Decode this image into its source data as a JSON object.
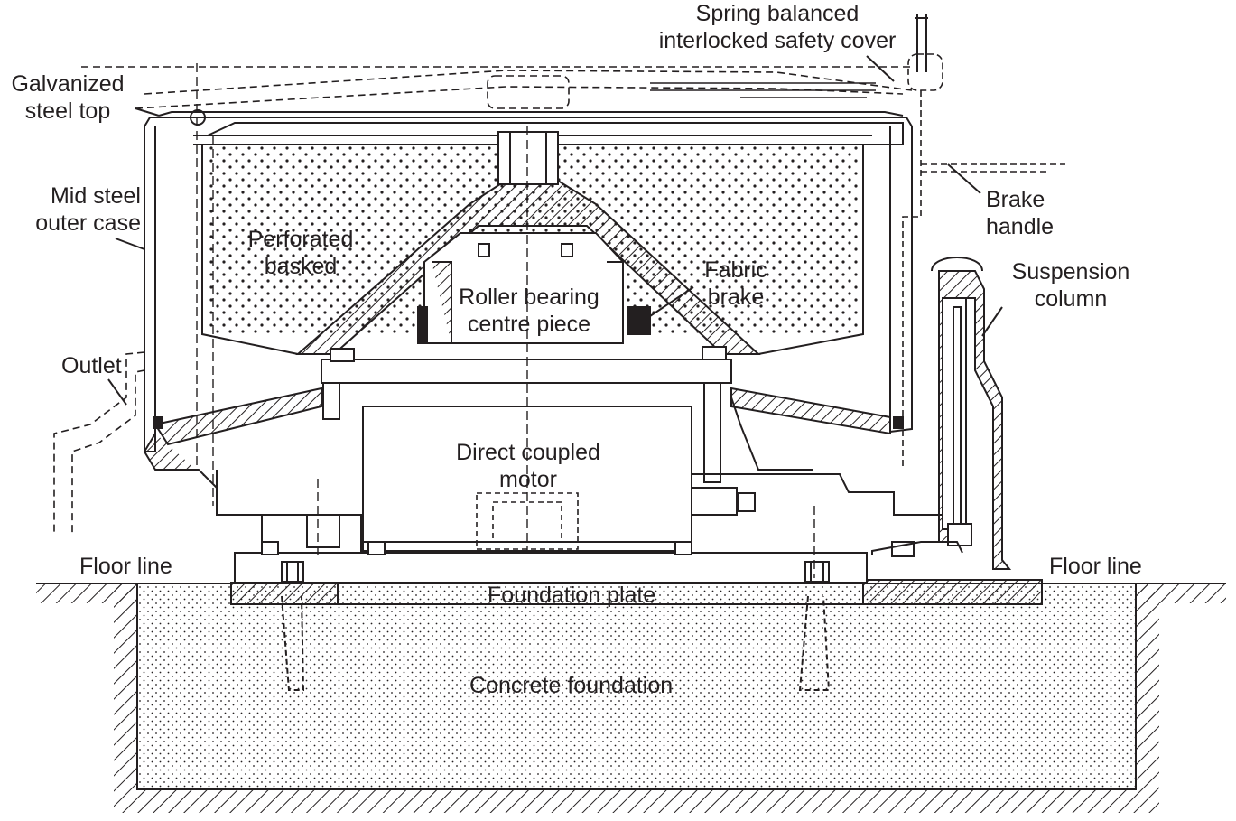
{
  "labels": {
    "spring_cover": "Spring balanced\ninterlocked safety cover",
    "galvanized_top": "Galvanized\nsteel top",
    "mid_steel_case": "Mid steel\nouter case",
    "perforated_basket": "Perforated\nbasked",
    "roller_bearing": "Roller bearing\ncentre piece",
    "fabric_brake": "Fabric\nbrake",
    "brake_handle": "Brake\nhandle",
    "suspension_column": "Suspension\ncolumn",
    "outlet": "Outlet",
    "direct_motor": "Direct coupled\nmotor",
    "floor_line_left": "Floor line",
    "floor_line_right": "Floor line",
    "foundation_plate": "Foundation plate",
    "concrete_foundation": "Concrete foundation"
  },
  "colors": {
    "ink": "#231f20",
    "background": "#ffffff"
  }
}
